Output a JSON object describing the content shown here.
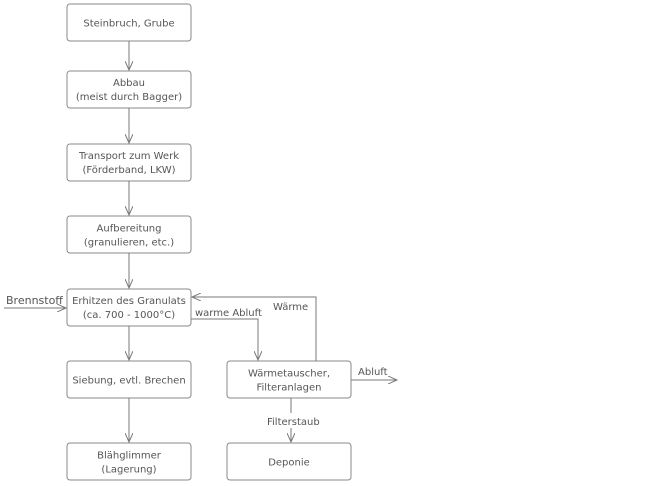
{
  "boxes": {
    "steinbruch": {
      "line1": "Steinbruch, Grube"
    },
    "abbau": {
      "line1": "Abbau",
      "line2": "(meist durch Bagger)"
    },
    "transport": {
      "line1": "Transport zum Werk",
      "line2": "(Förderband, LKW)"
    },
    "aufbereitung": {
      "line1": "Aufbereitung",
      "line2": "(granulieren, etc.)"
    },
    "erhitzen": {
      "line1": "Erhitzen des Granulats",
      "line2": "(ca. 700 - 1000°C)"
    },
    "siebung": {
      "line1": "Siebung, evtl. Brechen"
    },
    "blaehglimmer": {
      "line1": "Blähglimmer",
      "line2": "(Lagerung)"
    },
    "waermetauscher": {
      "line1": "Wärmetauscher,",
      "line2": "Filteranlagen"
    },
    "deponie": {
      "line1": "Deponie"
    }
  },
  "labels": {
    "brennstoff": "Brennstoff",
    "waerme": "Wärme",
    "warme_abluft": "warme Abluft",
    "abluft": "Abluft",
    "filterstaub": "Filterstaub"
  },
  "colors": {
    "stroke": "#8a8a8a",
    "arrow": "#7a7a7a",
    "text": "#555555",
    "background": "#ffffff"
  }
}
